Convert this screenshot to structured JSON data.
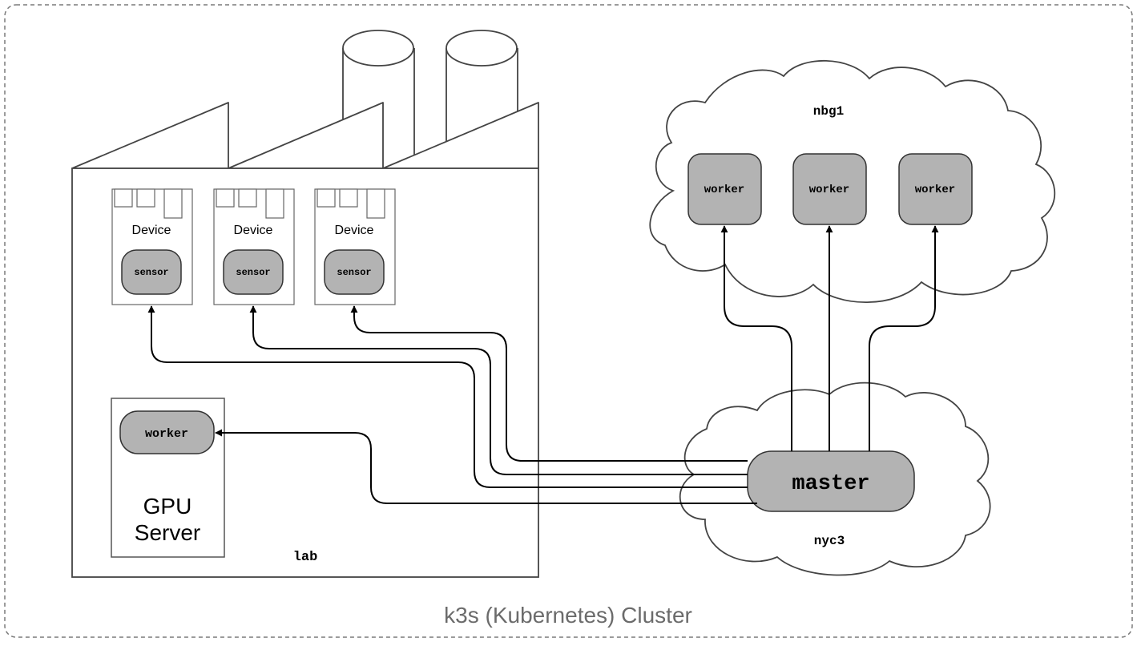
{
  "cluster": {
    "title": "k3s (Kubernetes) Cluster"
  },
  "lab": {
    "label": "lab",
    "devices": [
      {
        "label": "Device",
        "component": "sensor"
      },
      {
        "label": "Device",
        "component": "sensor"
      },
      {
        "label": "Device",
        "component": "sensor"
      }
    ],
    "gpu_server": {
      "label_line1": "GPU",
      "label_line2": "Server",
      "component": "worker"
    }
  },
  "nbg1": {
    "label": "nbg1",
    "workers": [
      "worker",
      "worker",
      "worker"
    ]
  },
  "nyc3": {
    "label": "nyc3",
    "master": "master"
  },
  "colors": {
    "node_fill": "#b3b3b3",
    "line": "#000000",
    "border_dashed": "#7a7a7a",
    "caption": "#6b6b6b"
  }
}
